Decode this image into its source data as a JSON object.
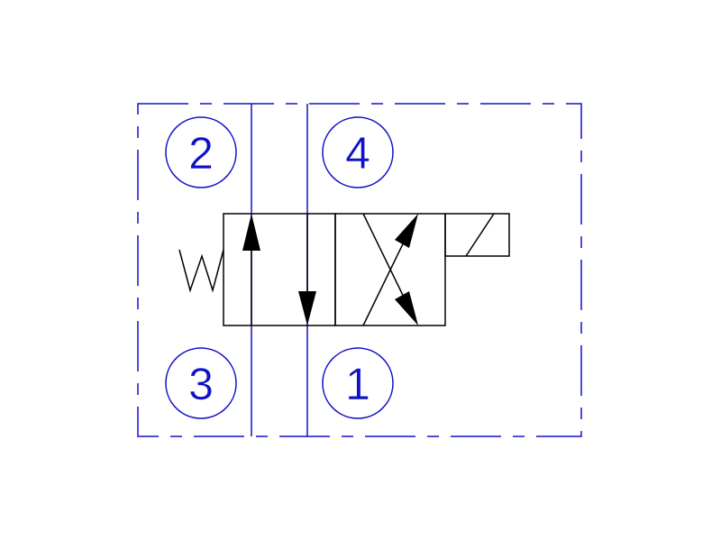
{
  "diagram": {
    "type": "hydraulic 4-way 2-position solenoid valve symbol",
    "ports": [
      {
        "label": "2"
      },
      {
        "label": "4"
      },
      {
        "label": "3"
      },
      {
        "label": "1"
      }
    ],
    "colors": {
      "ports": "#1010c8",
      "valve": "#000000"
    }
  }
}
